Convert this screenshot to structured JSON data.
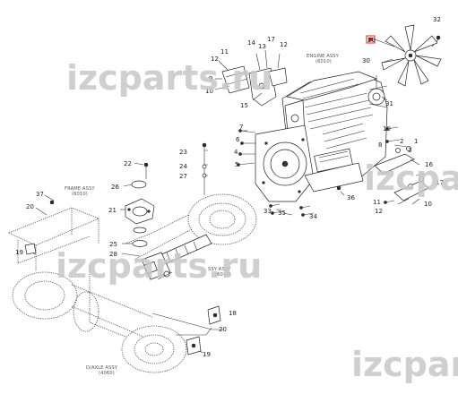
{
  "watermarks": [
    "izcparts.ru",
    "izcparts.ru",
    "izcpart",
    "izcpar"
  ],
  "assemblies": {
    "engine": {
      "name": "ENGINE ASSY",
      "code": "(6010)"
    },
    "frame": {
      "name": "FRAME ASSY",
      "code": "(6010)"
    },
    "ssy": {
      "name": "SSY ASSY",
      "code": "(6010)"
    },
    "d_axle": {
      "name": "D/AXLE ASSY",
      "code": "(4060)"
    }
  },
  "callouts": {
    "c32": "32",
    "c29": "29",
    "c30": "30",
    "c31": "31",
    "c11": "11",
    "c12a": "12",
    "c9": "9",
    "c10a": "10",
    "c14": "14",
    "c13": "13",
    "c17a": "17",
    "c12b": "12",
    "c15": "15",
    "c7": "7",
    "c6": "6",
    "c4": "4",
    "c5": "5",
    "c10b": "10",
    "c8": "8",
    "c2": "2",
    "c3": "3",
    "c1": "1",
    "c16": "16",
    "c17b": "17",
    "c10c": "10",
    "c11b": "11",
    "c12c": "12",
    "c33": "33",
    "c35": "35",
    "c34": "34",
    "c36": "36",
    "c23": "23",
    "c24": "24",
    "c27": "27",
    "c22": "22",
    "c26": "26",
    "c21": "21",
    "c25": "25",
    "c28": "28",
    "c37": "37",
    "c20a": "20",
    "c19a": "19",
    "c18": "18",
    "c20b": "20",
    "c19b": "19"
  }
}
